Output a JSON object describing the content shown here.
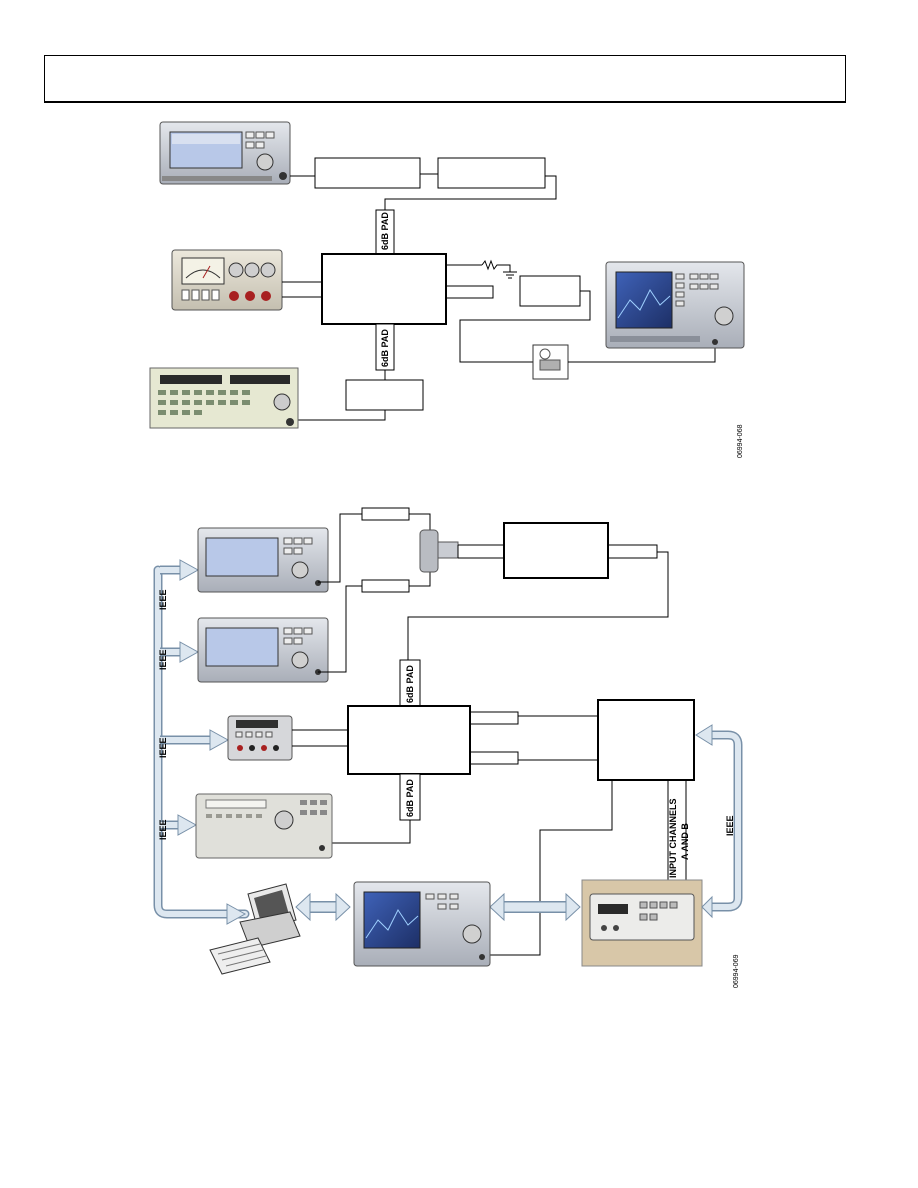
{
  "figure_top": {
    "pad_upper": "6dB PAD",
    "pad_lower": "6dB PAD",
    "figure_number": "06994-068"
  },
  "figure_bottom": {
    "pad_upper": "6dB PAD",
    "pad_lower": "6dB PAD",
    "ieee_1": "IEEE",
    "ieee_2": "IEEE",
    "ieee_3": "IEEE",
    "ieee_4": "IEEE",
    "ieee_right": "IEEE",
    "input_channels_line1": "INPUT CHANNELS",
    "input_channels_line2": "A AND B",
    "figure_number": "06994-069"
  },
  "colors": {
    "instrument_panel": "#c8ccd4",
    "screen": "#2b4a9a",
    "psu_panel": "#d8d4c8",
    "knob_red": "#a82020",
    "ieee_arrow_fill": "#dde7f0",
    "ieee_arrow_stroke": "#7890a8"
  }
}
